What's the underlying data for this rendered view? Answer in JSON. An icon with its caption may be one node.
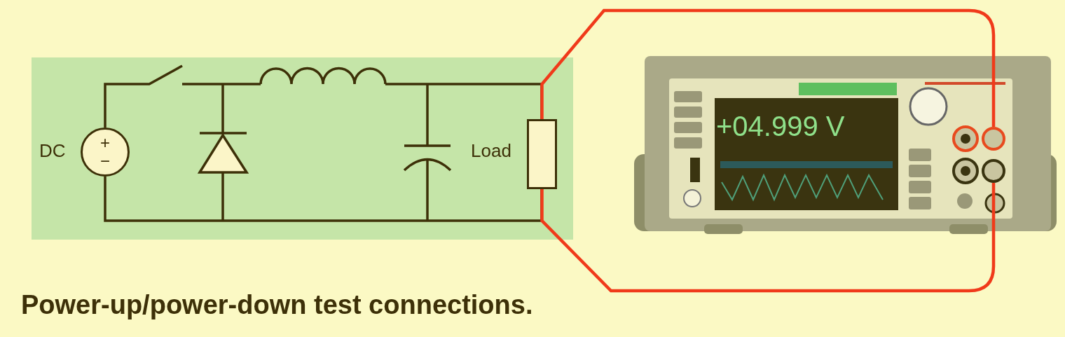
{
  "diagram": {
    "caption": "Power-up/power-down test connections.",
    "nodes": [
      {
        "text": [
          "+",
          "−"
        ],
        "beside": [
          "DC"
        ]
      },
      {
        "text": [],
        "shape": "box",
        "beside": [
          "Load"
        ]
      },
      {
        "text": [],
        "shape": "picture"
      },
      {
        "text": [],
        "shape": "circle",
        "in": 2
      },
      {
        "text": [],
        "shape": "circle",
        "in": 2
      }
    ],
    "edges": [
      {
        "from": 1,
        "to": 3,
        "arrow": "none"
      },
      {
        "from": 1,
        "to": 4,
        "arrow": "none"
      }
    ],
    "labels": [
      "+04.999 V"
    ]
  }
}
